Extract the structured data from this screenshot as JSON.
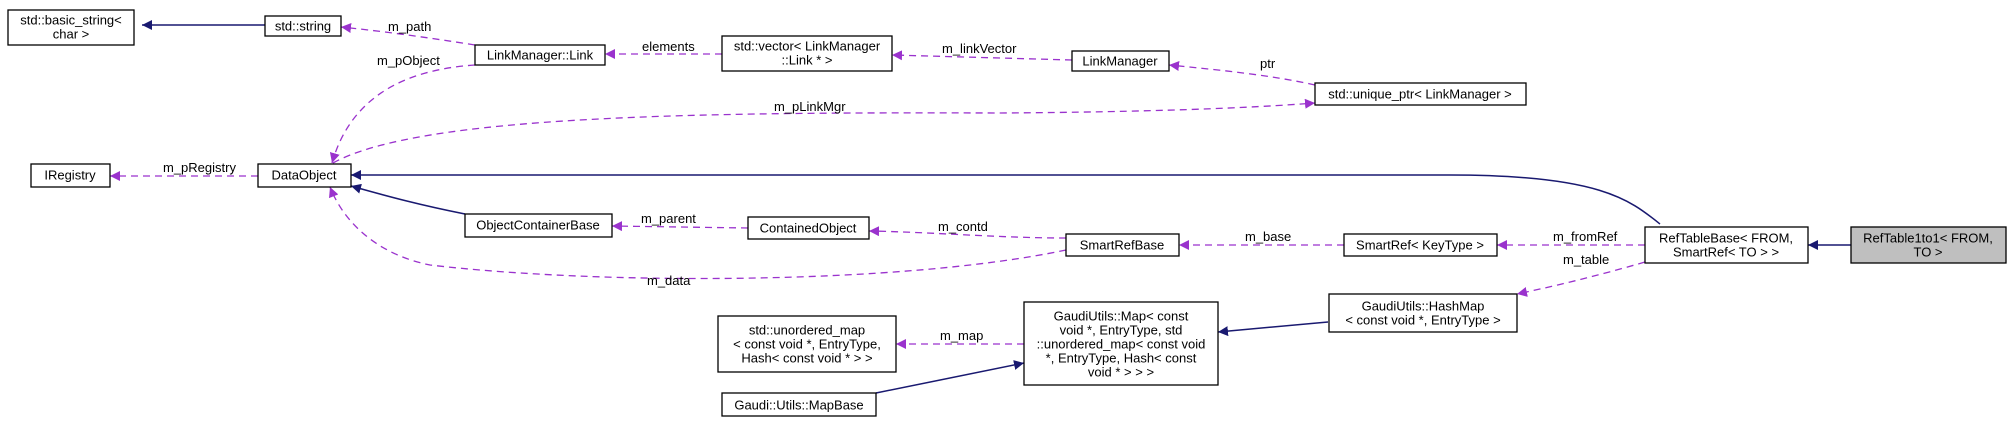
{
  "nodes": {
    "basic_string": "std::basic_string<\nchar >",
    "string": "std::string",
    "link": "LinkManager::Link",
    "vector": "std::vector< LinkManager\n::Link * >",
    "linkmanager": "LinkManager",
    "unique_ptr": "std::unique_ptr< LinkManager >",
    "iregistry": "IRegistry",
    "dataobject": "DataObject",
    "ocb": "ObjectContainerBase",
    "contained": "ContainedObject",
    "smartrefbase": "SmartRefBase",
    "smartref": "SmartRef< KeyType >",
    "reftablebase": "RefTableBase< FROM,\nSmartRef< TO > >",
    "reftable1to1": "RefTable1to1< FROM,\nTO >",
    "hashmap": "GaudiUtils::HashMap\n< const void *, EntryType >",
    "gmap": "GaudiUtils::Map< const\nvoid *, EntryType, std\n::unordered_map< const void\n*, EntryType, Hash< const\nvoid * > > >",
    "unordered_map": "std::unordered_map\n< const void *, EntryType,\nHash< const void * > >",
    "mapbase": "Gaudi::Utils::MapBase"
  },
  "edge_labels": {
    "m_path": "m_path",
    "m_pObject": "m_pObject",
    "elements": "elements",
    "m_linkVector": "m_linkVector",
    "ptr": "ptr",
    "m_pLinkMgr": "m_pLinkMgr",
    "m_pRegistry": "m_pRegistry",
    "m_parent": "m_parent",
    "m_contd": "m_contd",
    "m_base": "m_base",
    "m_fromRef": "m_fromRef",
    "m_data": "m_data",
    "m_table": "m_table",
    "m_map": "m_map"
  },
  "colors": {
    "inheritance": "#191970",
    "usage": "#9a32cd",
    "focus_fill": "#bfbfbf"
  }
}
